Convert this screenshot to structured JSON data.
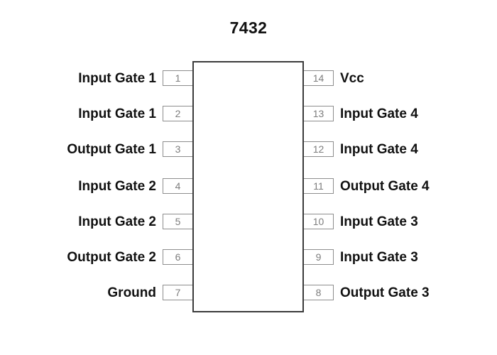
{
  "diagram": {
    "title": "7432",
    "chip_outline_color": "#3b3b3b",
    "pin_box_border_color": "#8d8d8d",
    "pin_number_color": "#7d7d7d",
    "label_color": "#111111",
    "background_color": "#ffffff"
  },
  "pins": {
    "left": [
      {
        "number": "1",
        "label": "Input Gate 1"
      },
      {
        "number": "2",
        "label": "Input Gate 1"
      },
      {
        "number": "3",
        "label": "Output Gate 1"
      },
      {
        "number": "4",
        "label": "Input Gate 2"
      },
      {
        "number": "5",
        "label": "Input Gate 2"
      },
      {
        "number": "6",
        "label": "Output Gate 2"
      },
      {
        "number": "7",
        "label": "Ground"
      }
    ],
    "right": [
      {
        "number": "14",
        "label": "Vcc"
      },
      {
        "number": "13",
        "label": "Input Gate 4"
      },
      {
        "number": "12",
        "label": "Input Gate 4"
      },
      {
        "number": "11",
        "label": "Output Gate 4"
      },
      {
        "number": "10",
        "label": "Input Gate 3"
      },
      {
        "number": "9",
        "label": "Input Gate 3"
      },
      {
        "number": "8",
        "label": "Output Gate 3"
      }
    ]
  }
}
